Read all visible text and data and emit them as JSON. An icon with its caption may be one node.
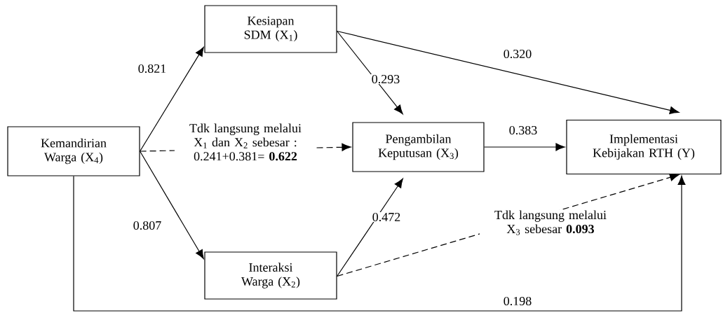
{
  "diagram": {
    "nodes": [
      {
        "text": [
          "Kemandirian Warga (X$_{4}$)"
        ]
      },
      {
        "text": [
          "Kesiapan SDM (X$_{1}$)"
        ]
      },
      {
        "text": [
          "Pengambilan Keputusan (X$_{3}$)"
        ]
      },
      {
        "text": [
          "Interaksi Warga (X$_{2}$)"
        ]
      },
      {
        "text": [
          "Implementasi Kebijakan RTH (Y)"
        ]
      }
    ],
    "edges": [
      {
        "from": 0,
        "to": 1,
        "arrow": "to",
        "label": "0.821"
      },
      {
        "from": 0,
        "to": 3,
        "arrow": "to",
        "label": "0.807"
      },
      {
        "from": 0,
        "to": 2,
        "arrow": "to",
        "style": "dashed",
        "label": "Tdk langsung melalui X$_{1}$ dan X$_{2}$ sebesar : 0.241+0.381= **0.622**"
      },
      {
        "from": 1,
        "to": 2,
        "arrow": "to",
        "label": "0.293"
      },
      {
        "from": 1,
        "to": 4,
        "arrow": "to",
        "label": "0.320"
      },
      {
        "from": 2,
        "to": 4,
        "arrow": "to",
        "label": "0.383"
      },
      {
        "from": 3,
        "to": 2,
        "arrow": "to",
        "label": "0.472"
      },
      {
        "from": 3,
        "to": 4,
        "arrow": "to",
        "style": "dashed",
        "label": "Tdk langsung melalui X$_{3}$ sebesar **0.093**"
      },
      {
        "from": 0,
        "to": 4,
        "arrow": "to",
        "label": "0.198"
      }
    ]
  }
}
